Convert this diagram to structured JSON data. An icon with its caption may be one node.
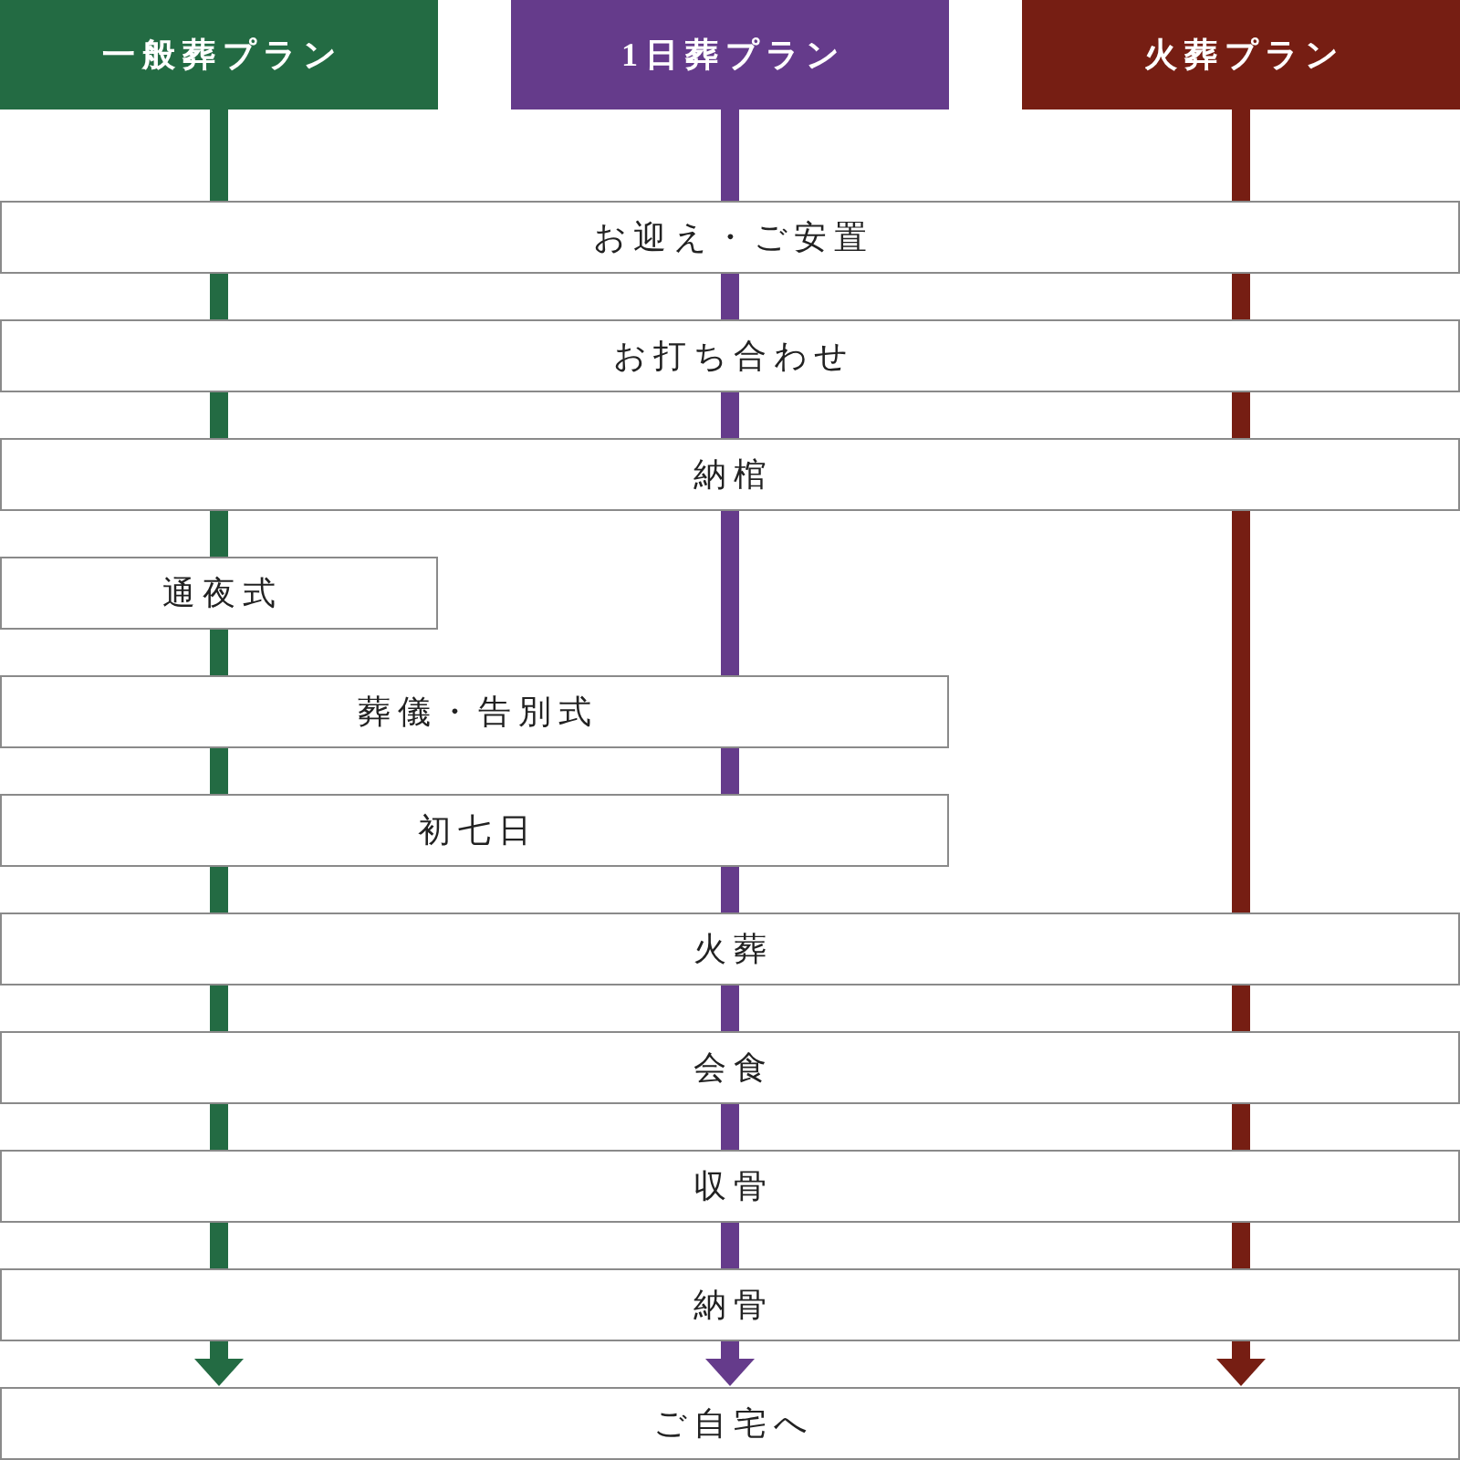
{
  "diagram": {
    "nodes": [
      {
        "text": [
          "一般葬プラン"
        ]
      },
      {
        "text": [
          "1日葬プラン"
        ]
      },
      {
        "text": [
          "火葬プラン"
        ]
      },
      {
        "text": [
          "お迎え・ご安置"
        ]
      },
      {
        "text": [
          "お打ち合わせ"
        ]
      },
      {
        "text": [
          "納棺"
        ]
      },
      {
        "text": [
          "通夜式"
        ]
      },
      {
        "text": [
          "葬儀・告別式"
        ]
      },
      {
        "text": [
          "初七日"
        ]
      },
      {
        "text": [
          "火葬"
        ]
      },
      {
        "text": [
          "会食"
        ]
      },
      {
        "text": [
          "収骨"
        ]
      },
      {
        "text": [
          "納骨"
        ]
      },
      {
        "text": [
          "ご自宅へ"
        ]
      }
    ],
    "edges": [
      {
        "from": 0,
        "to": 3,
        "arrow": "none",
        "color": "#236b43"
      },
      {
        "from": 3,
        "to": 4,
        "arrow": "none",
        "color": "#236b43"
      },
      {
        "from": 4,
        "to": 5,
        "arrow": "none",
        "color": "#236b43"
      },
      {
        "from": 5,
        "to": 6,
        "arrow": "none",
        "color": "#236b43"
      },
      {
        "from": 6,
        "to": 7,
        "arrow": "none",
        "color": "#236b43"
      },
      {
        "from": 7,
        "to": 8,
        "arrow": "none",
        "color": "#236b43"
      },
      {
        "from": 8,
        "to": 9,
        "arrow": "none",
        "color": "#236b43"
      },
      {
        "from": 9,
        "to": 10,
        "arrow": "none",
        "color": "#236b43"
      },
      {
        "from": 10,
        "to": 11,
        "arrow": "none",
        "color": "#236b43"
      },
      {
        "from": 11,
        "to": 12,
        "arrow": "none",
        "color": "#236b43"
      },
      {
        "from": 12,
        "to": 13,
        "arrow": "to",
        "color": "#236b43"
      },
      {
        "from": 1,
        "to": 3,
        "arrow": "none",
        "color": "#653b8b"
      },
      {
        "from": 3,
        "to": 4,
        "arrow": "none",
        "color": "#653b8b"
      },
      {
        "from": 4,
        "to": 5,
        "arrow": "none",
        "color": "#653b8b"
      },
      {
        "from": 5,
        "to": 7,
        "arrow": "none",
        "color": "#653b8b"
      },
      {
        "from": 7,
        "to": 8,
        "arrow": "none",
        "color": "#653b8b"
      },
      {
        "from": 8,
        "to": 9,
        "arrow": "none",
        "color": "#653b8b"
      },
      {
        "from": 9,
        "to": 10,
        "arrow": "none",
        "color": "#653b8b"
      },
      {
        "from": 10,
        "to": 11,
        "arrow": "none",
        "color": "#653b8b"
      },
      {
        "from": 11,
        "to": 12,
        "arrow": "none",
        "color": "#653b8b"
      },
      {
        "from": 12,
        "to": 13,
        "arrow": "to",
        "color": "#653b8b"
      },
      {
        "from": 2,
        "to": 3,
        "arrow": "none",
        "color": "#761e13"
      },
      {
        "from": 3,
        "to": 4,
        "arrow": "none",
        "color": "#761e13"
      },
      {
        "from": 4,
        "to": 5,
        "arrow": "none",
        "color": "#761e13"
      },
      {
        "from": 5,
        "to": 9,
        "arrow": "none",
        "color": "#761e13"
      },
      {
        "from": 9,
        "to": 10,
        "arrow": "none",
        "color": "#761e13"
      },
      {
        "from": 10,
        "to": 11,
        "arrow": "none",
        "color": "#761e13"
      },
      {
        "from": 11,
        "to": 12,
        "arrow": "none",
        "color": "#761e13"
      },
      {
        "from": 12,
        "to": 13,
        "arrow": "to",
        "color": "#761e13"
      }
    ]
  }
}
